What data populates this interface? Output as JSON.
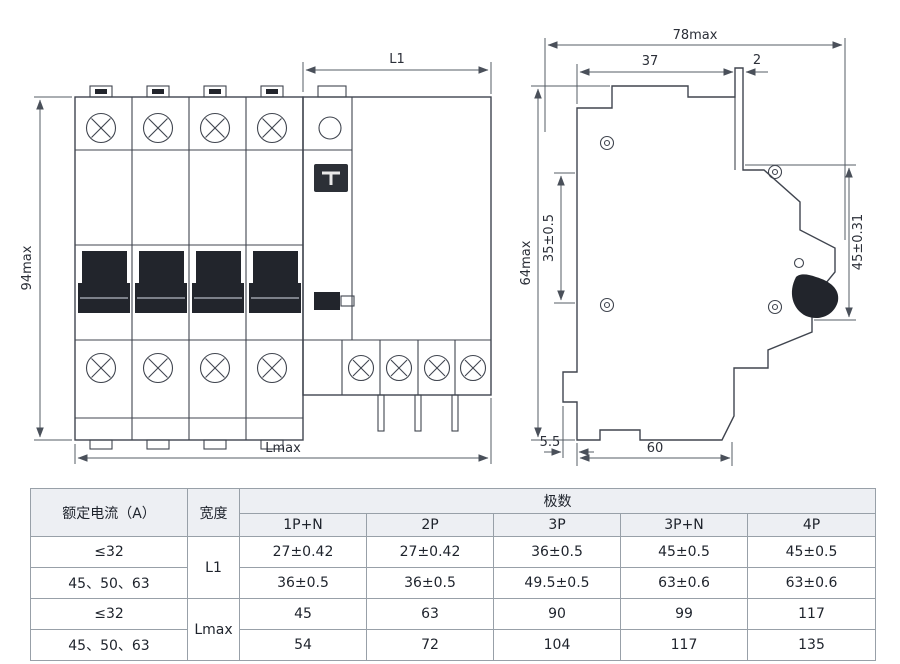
{
  "front_view": {
    "dim_height": "94max",
    "dim_module_width": "L1",
    "dim_total_width": "Lmax"
  },
  "side_view": {
    "dim_total_depth": "78max",
    "dim_top_depth": "37",
    "dim_flange_thickness": "2",
    "dim_height": "64max",
    "dim_mount_height": "35±0.5",
    "dim_front_height": "45±0.31",
    "dim_clip": "5.5",
    "dim_base_depth": "60"
  },
  "table": {
    "header_current": "额定电流（A）",
    "header_width": "宽度",
    "header_poles": "极数",
    "pole_types": [
      "1P+N",
      "2P",
      "3P",
      "3P+N",
      "4P"
    ],
    "rows": [
      {
        "current": "≤32",
        "width": "L1",
        "values": [
          "27±0.42",
          "27±0.42",
          "36±0.5",
          "45±0.5",
          "45±0.5"
        ]
      },
      {
        "current": "45、50、63",
        "values": [
          "36±0.5",
          "36±0.5",
          "49.5±0.5",
          "63±0.6",
          "63±0.6"
        ]
      },
      {
        "current": "≤32",
        "width": "Lmax",
        "values": [
          "45",
          "63",
          "90",
          "99",
          "117"
        ]
      },
      {
        "current": "45、50、63",
        "values": [
          "54",
          "72",
          "104",
          "117",
          "135"
        ]
      }
    ]
  }
}
